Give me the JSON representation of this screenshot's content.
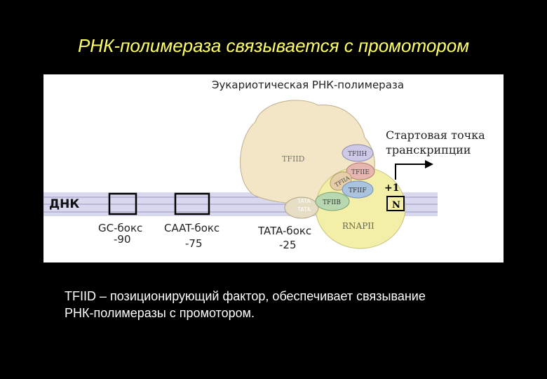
{
  "slide_title": "РНК-полимераза связывается с промотором",
  "diagram": {
    "heading": "Эукариотическая РНК-полимераза",
    "dna_label": "ДНК",
    "start_point_label_line1": "Стартовая точка",
    "start_point_label_line2": "транскрипции",
    "plus_one": "+1",
    "n_label": "N",
    "factors": {
      "tfiid": "TFIID",
      "tfiih": "TFIIH",
      "tfiie": "TFIIE",
      "tfiia": "TFIIA",
      "tfiif": "TFIIF",
      "tfiib": "TFIIB",
      "rnapii": "RNAPII"
    },
    "tata_seq_top": "TATA",
    "tata_seq_bottom": "TATA",
    "boxes": [
      {
        "name": "GC-бокс",
        "position": "-90"
      },
      {
        "name": "CAAT-бокс",
        "position": "-75"
      },
      {
        "name": "TATA-бокс",
        "position": "-25"
      }
    ],
    "colors": {
      "dna_band": "#d8d8ee",
      "dna_lines": "#9a9ac0",
      "tfiid": "#f2e6c6",
      "rnapii": "#f3efa8",
      "tfiih": "#cdc9e6",
      "tfiie": "#e8b6b0",
      "tfiif": "#aac4e0",
      "tfiib": "#b7d8b0"
    }
  },
  "caption_line1": "TFIID – позиционирующий фактор, обеспечивает связывание",
  "caption_line2": "РНК-полимеразы с промотором."
}
